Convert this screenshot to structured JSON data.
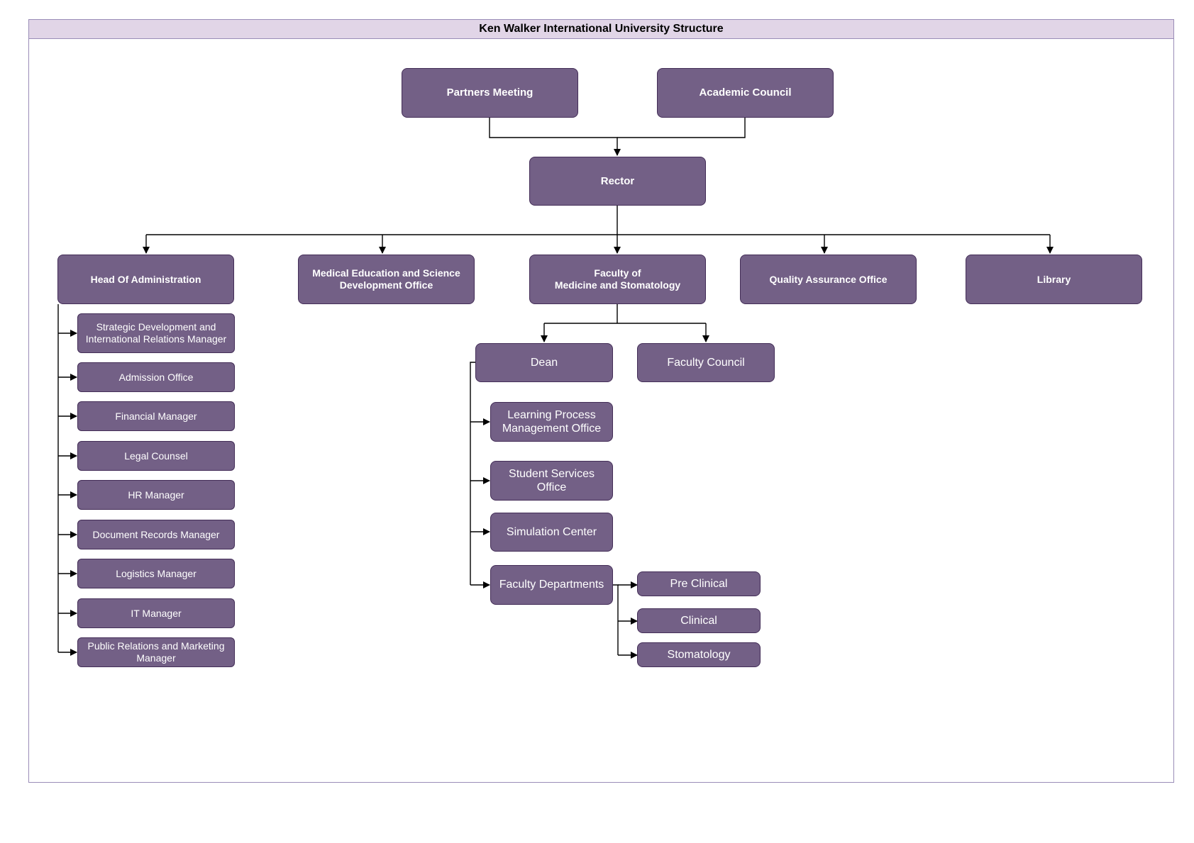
{
  "title": "Ken Walker International University Structure",
  "colors": {
    "node_fill": "#736086",
    "node_border": "#432d57",
    "node_text": "#ffffff",
    "title_fill": "#e1d5e7",
    "frame_border": "#9a8db7",
    "connector": "#000000"
  },
  "top": {
    "partners_meeting": "Partners Meeting",
    "academic_council": "Academic Council"
  },
  "rector": "Rector",
  "units": {
    "head_of_administration": "Head Of Administration",
    "medical_education_office": "Medical Education and Science\nDevelopment Office",
    "faculty": "Faculty of\nMedicine and Stomatology",
    "quality_assurance": "Quality Assurance Office",
    "library": "Library"
  },
  "administration": [
    "Strategic Development and\nInternational Relations Manager",
    "Admission Office",
    "Financial Manager",
    "Legal Counsel",
    "HR Manager",
    "Document Records Manager",
    "Logistics Manager",
    "IT Manager",
    "Public Relations and Marketing\nManager"
  ],
  "faculty": {
    "dean": "Dean",
    "faculty_council": "Faculty Council",
    "dean_units": [
      "Learning Process\nManagement Office",
      "Student Services Office",
      "Simulation Center",
      "Faculty Departments"
    ],
    "departments": [
      "Pre Clinical",
      "Clinical",
      "Stomatology"
    ]
  }
}
